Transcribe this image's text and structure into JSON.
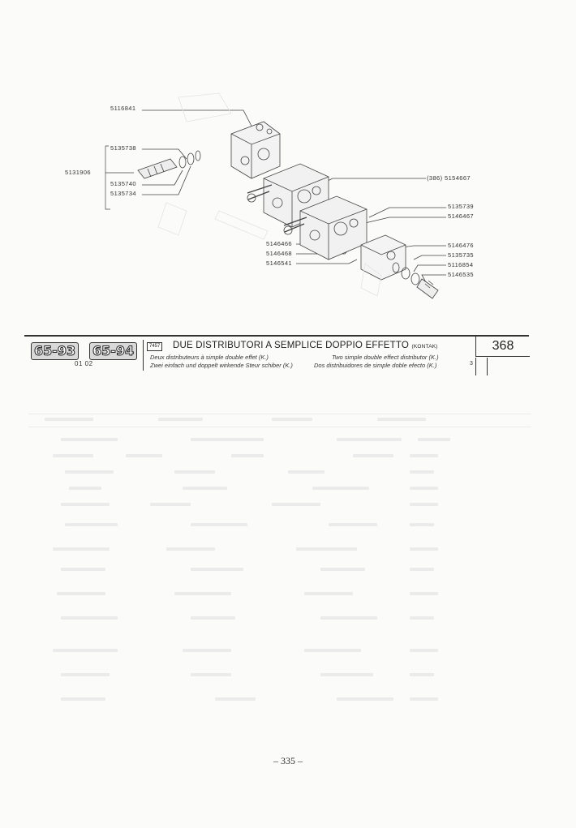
{
  "diagram": {
    "part_numbers": {
      "p5116841": "5116841",
      "p5135738": "5135738",
      "p5131906": "5131906",
      "p5135740": "5135740",
      "p5135734": "5135734",
      "p386_5154667": "(386)  5154667",
      "p5135739": "5135739",
      "p5146467": "5146467",
      "p5146466": "5146466",
      "p5146468": "5146468",
      "p5146541": "5146541",
      "p5146476": "5146476",
      "p5135735": "5135735",
      "p5116854": "5116854",
      "p5146535": "5146535"
    }
  },
  "header": {
    "model_a": "65-93",
    "model_b": "65-94",
    "model_sub": "01 02",
    "ref_box": "7457",
    "title_it": "DUE DISTRIBUTORI A SEMPLICE DOPPIO EFFETTO",
    "title_kontak": "(KONTAK)",
    "title_fr": "Deux distributeurs à simple double effet (K.)",
    "title_en": "Two simple double effect distributor (K.)",
    "title_de": "Zwei einfach und doppelt wirkende Steur schiber (K.)",
    "title_es": "Dos distribuidores de simple doble efecto (K.)",
    "table_number": "368",
    "sheet_number": "3"
  },
  "footer": {
    "page_number": "– 335 –"
  }
}
